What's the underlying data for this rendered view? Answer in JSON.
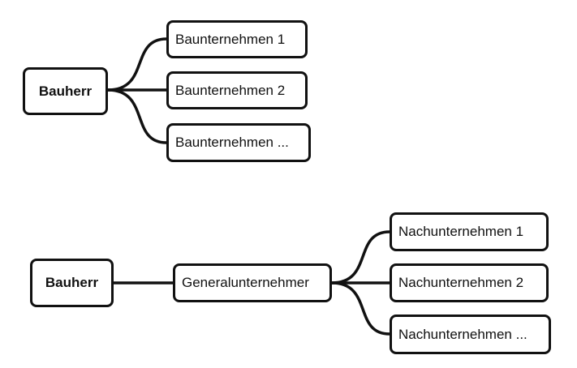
{
  "colors": {
    "stroke": "#111111",
    "background": "#ffffff"
  },
  "top_tree": {
    "root": "Bauherr",
    "children": [
      "Baunternehmen 1",
      "Baunternehmen 2",
      "Baunternehmen ..."
    ]
  },
  "bottom_tree": {
    "root": "Bauherr",
    "middle": "Generalunternehmer",
    "children": [
      "Nachunternehmen 1",
      "Nachunternehmen 2",
      "Nachunternehmen ..."
    ]
  }
}
